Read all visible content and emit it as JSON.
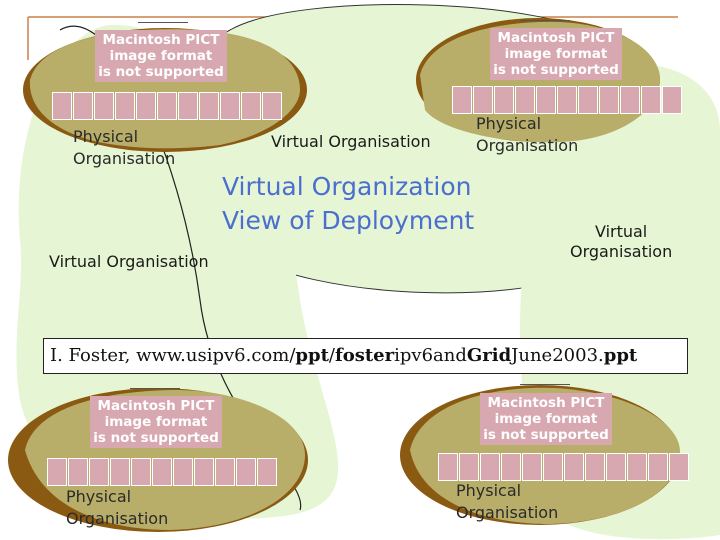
{
  "title": {
    "line1": "Virtual Organization",
    "line2": "View of Deployment"
  },
  "citation": {
    "prefix": "I. Foster, www.usipv6.com/",
    "bold1": "ppt",
    "sep": "/",
    "bold2": "foster",
    "middle": "ipv6and",
    "bold3": "Grid",
    "after": "June2003.",
    "bold4": "ppt"
  },
  "placeholder": {
    "line1": "Macintosh PICT",
    "line2": "image format",
    "line3": "is not supported"
  },
  "labels": {
    "physical": "Physical",
    "organisation": "Organisation",
    "virtual_org_top": "Virtual Organisation",
    "virtual_org_left": "Virtual Organisation",
    "virtual_right_1": "Virtual",
    "virtual_right_2": "Organisation"
  },
  "colors": {
    "ellipse_olive": "#b8ae6a",
    "ellipse_brown": "#8a5a12",
    "vo_green": "#e6f5d4",
    "title_blue": "#4a6fd0",
    "placeholder_pink": "#d8a8b0",
    "frame_orange": "#c8814a"
  }
}
